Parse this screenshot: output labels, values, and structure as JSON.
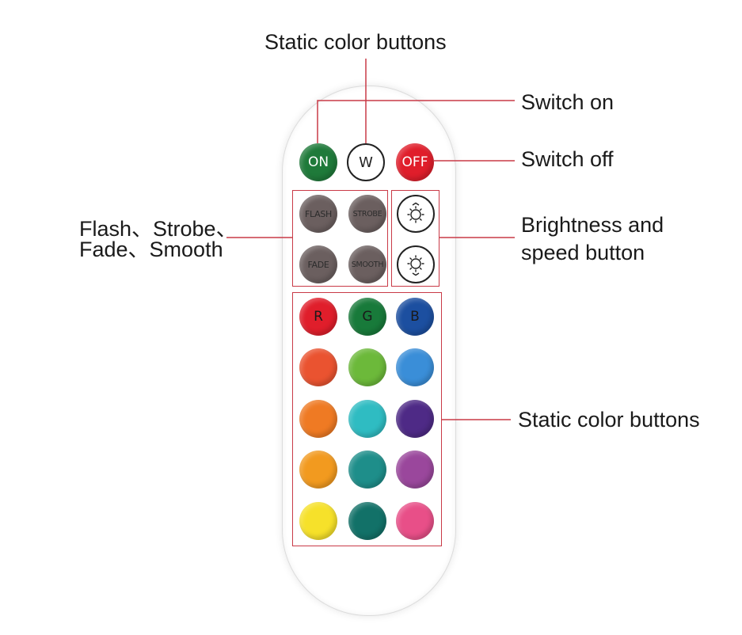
{
  "callouts": {
    "top": "Static color buttons",
    "switch_on": "Switch on",
    "switch_off": "Switch off",
    "modes_line1": "Flash、Strobe、",
    "modes_line2": "Fade、Smooth",
    "brightness_line1": "Brightness and",
    "brightness_line2": "speed button",
    "static_colors": "Static color buttons"
  },
  "remote": {
    "power_row": [
      {
        "label": "ON",
        "color": "#1f7a3a"
      },
      {
        "label": "W",
        "color": "#ffffff"
      },
      {
        "label": "OFF",
        "color": "#e01e2b"
      }
    ],
    "modes": [
      {
        "label": "FLASH",
        "color": "#6b5f5f"
      },
      {
        "label": "STROBE",
        "color": "#6b5f5f"
      },
      {
        "label": "FADE",
        "color": "#6b5f5f"
      },
      {
        "label": "SMOOTH",
        "color": "#6b5f5f"
      }
    ],
    "brightness_buttons": [
      {
        "icon": "brightness-up-icon"
      },
      {
        "icon": "brightness-down-icon"
      }
    ],
    "rgb_row": [
      {
        "label": "R",
        "color": "#e01e2b",
        "text_color": "#1a1a1a"
      },
      {
        "label": "G",
        "color": "#187a3a",
        "text_color": "#1a1a1a"
      },
      {
        "label": "B",
        "color": "#1c4fa0",
        "text_color": "#1a1a1a"
      }
    ],
    "color_grid": [
      "#ea5330",
      "#6cb93a",
      "#3a8ed8",
      "#ef7a23",
      "#2fbcc2",
      "#4e2a86",
      "#f29a1f",
      "#1e8e8a",
      "#9a479c",
      "#f6e12a",
      "#127168",
      "#e84f88"
    ],
    "accent": "#c93a47"
  }
}
